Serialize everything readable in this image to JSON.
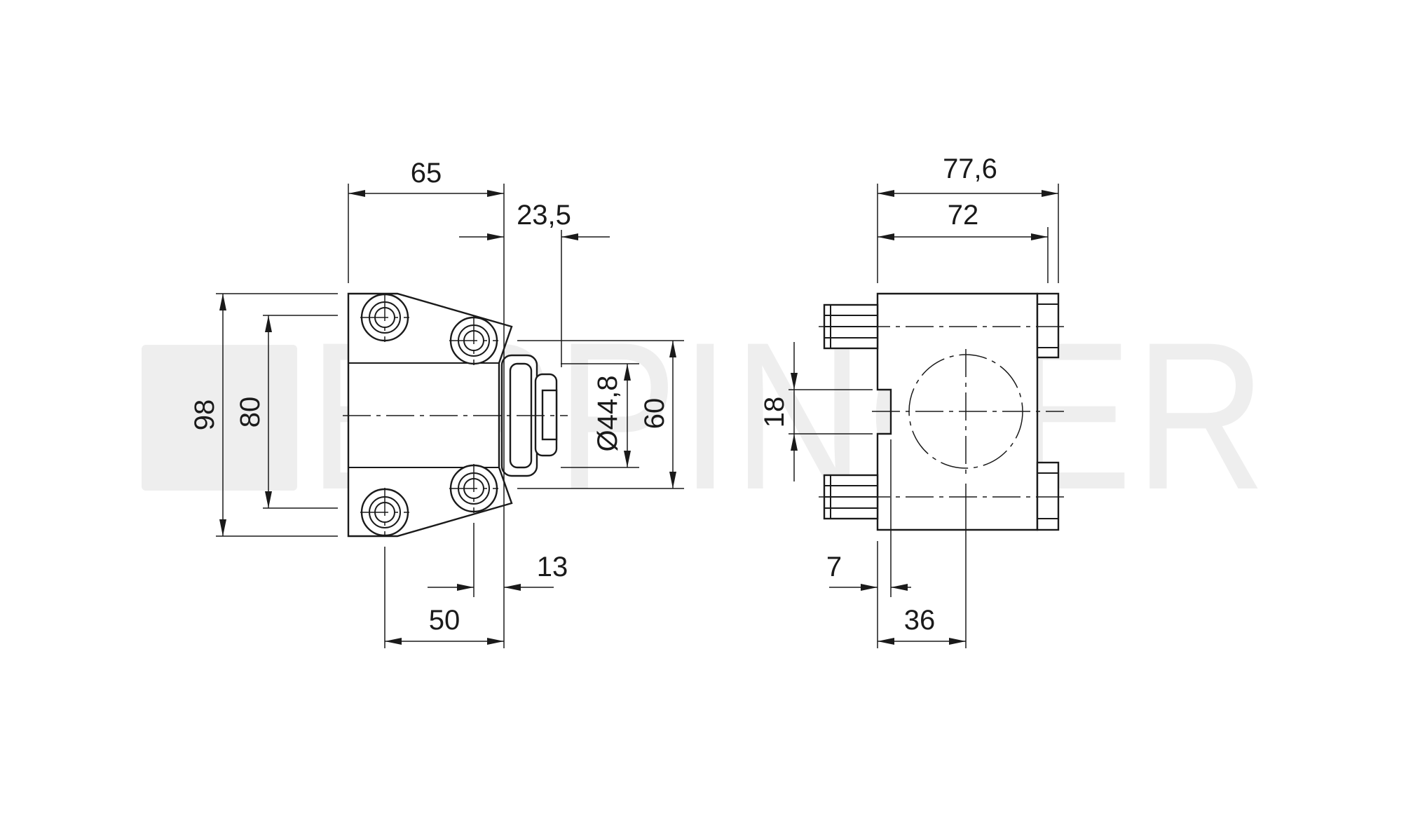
{
  "watermark": {
    "brand": "EPPINGER",
    "color": "#eeeeee"
  },
  "colors": {
    "line": "#1a1a1a",
    "background": "#ffffff"
  },
  "front_view": {
    "dimensions": {
      "width_top": "65",
      "offset_top": "23,5",
      "height_outer": "98",
      "height_bolts": "80",
      "diameter": "Ø44,8",
      "height_right": "60",
      "offset_bottom": "13",
      "width_bottom": "50"
    }
  },
  "side_view": {
    "dimensions": {
      "width_overall": "77,6",
      "width_body": "72",
      "slot_height": "18",
      "offset_small": "7",
      "offset_center": "36"
    }
  }
}
